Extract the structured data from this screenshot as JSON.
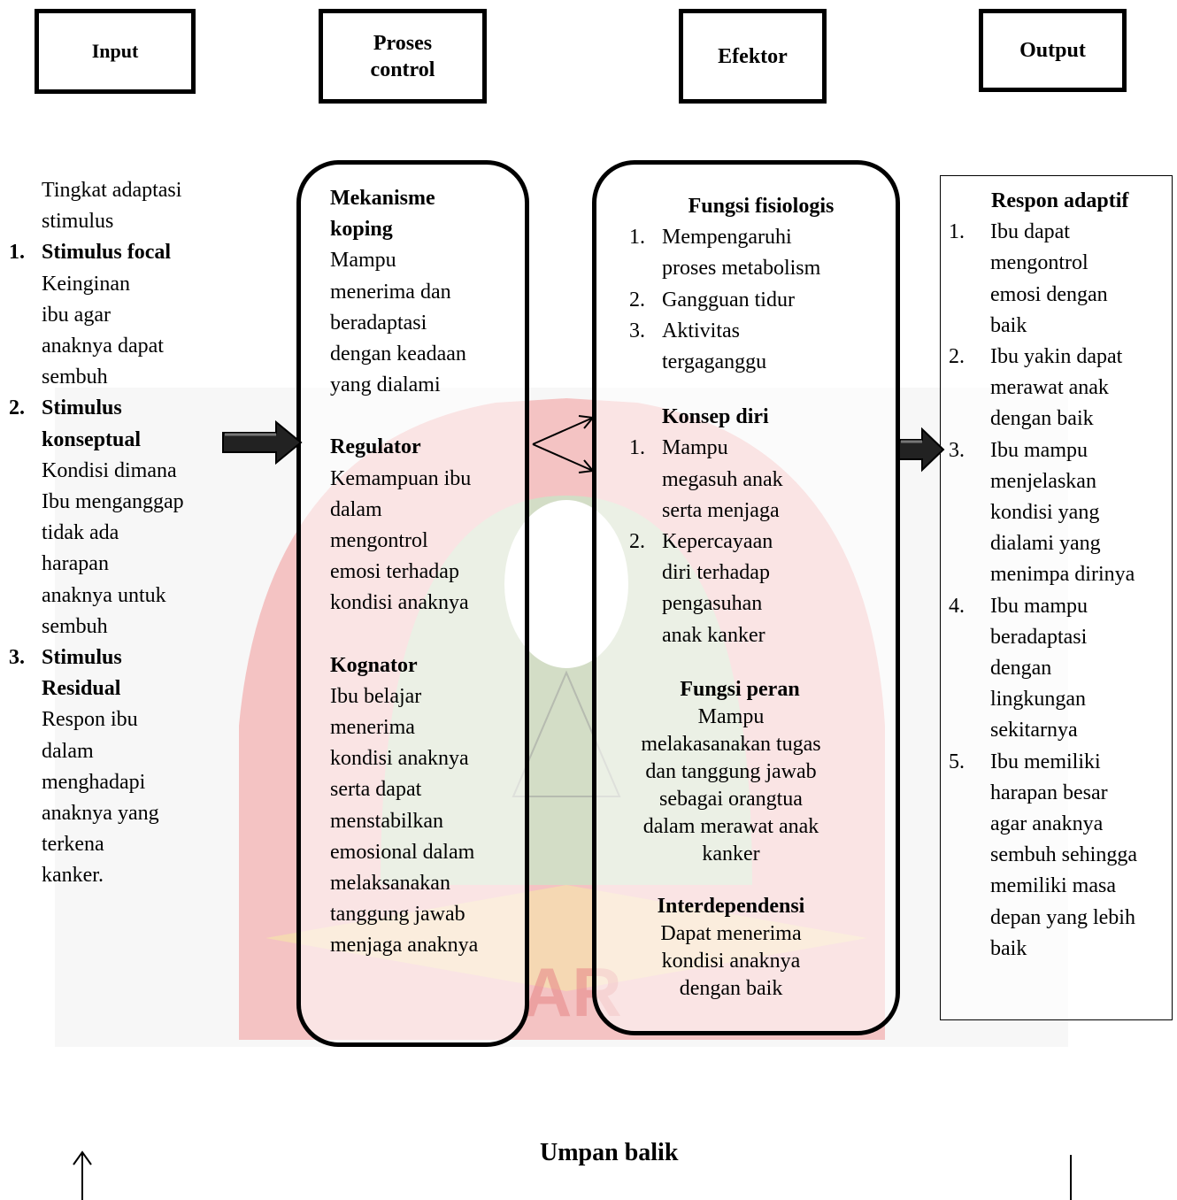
{
  "headers": {
    "input": "Input",
    "proses": "Proses control",
    "efektor": "Efektor",
    "output": "Output"
  },
  "input": {
    "intro": [
      "Tingkat adaptasi",
      "stimulus"
    ],
    "items": [
      {
        "num": "1.",
        "title": [
          "Stimulus focal"
        ],
        "body": [
          "Keinginan",
          "ibu agar",
          "anaknya dapat",
          "sembuh"
        ]
      },
      {
        "num": "2.",
        "title": [
          "Stimulus",
          "konseptual"
        ],
        "body": [
          "Kondisi dimana",
          "Ibu menganggap",
          "tidak ada",
          "harapan",
          "anaknya untuk",
          "sembuh"
        ]
      },
      {
        "num": "3.",
        "title": [
          "Stimulus",
          "Residual"
        ],
        "body": [
          "Respon ibu",
          "dalam",
          "menghadapi",
          "anaknya yang",
          "terkena",
          "kanker."
        ]
      }
    ]
  },
  "proses": {
    "sections": [
      {
        "title": [
          "Mekanisme",
          "koping"
        ],
        "body": [
          "Mampu",
          "menerima dan",
          "beradaptasi",
          "dengan keadaan",
          "yang dialami"
        ]
      },
      {
        "title": [
          "Regulator"
        ],
        "body": [
          "Kemampuan ibu",
          "dalam",
          "mengontrol",
          "emosi terhadap",
          "kondisi anaknya"
        ]
      },
      {
        "title": [
          "Kognator"
        ],
        "body": [
          "Ibu belajar",
          "menerima",
          "kondisi anaknya",
          "serta dapat",
          "menstabilkan",
          "emosional dalam",
          "melaksanakan",
          "tanggung jawab",
          "menjaga anaknya"
        ]
      }
    ]
  },
  "efektor": {
    "fisiologis_title": "Fungsi fisiologis",
    "fisiologis_items": [
      {
        "num": "1.",
        "lines": [
          "Mempengaruhi",
          "proses metabolism"
        ]
      },
      {
        "num": "2.",
        "lines": [
          "Gangguan tidur"
        ]
      },
      {
        "num": "3.",
        "lines": [
          "Aktivitas",
          "tergaganggu"
        ]
      }
    ],
    "konsep_title": "Konsep diri",
    "konsep_items": [
      {
        "num": "1.",
        "lines": [
          "Mampu",
          "megasuh anak",
          "serta menjaga"
        ]
      },
      {
        "num": "2.",
        "lines": [
          "Kepercayaan",
          "diri terhadap",
          "pengasuhan",
          "anak kanker"
        ]
      }
    ],
    "peran_title": "Fungsi peran",
    "peran_body": [
      "Mampu",
      "melakasanakan tugas",
      "dan tanggung jawab",
      "sebagai orangtua",
      "dalam merawat anak",
      "kanker"
    ],
    "inter_title": "Interdependensi",
    "inter_body": [
      "Dapat menerima",
      "kondisi anaknya",
      "dengan baik"
    ]
  },
  "output": {
    "title": "Respon adaptif",
    "items": [
      {
        "num": "1.",
        "lines": [
          "Ibu dapat",
          "mengontrol",
          "emosi dengan",
          "baik"
        ]
      },
      {
        "num": "2.",
        "lines": [
          "Ibu yakin dapat",
          "merawat anak",
          "dengan baik"
        ]
      },
      {
        "num": "3.",
        "lines": [
          "Ibu mampu",
          "menjelaskan",
          "kondisi yang",
          "dialami yang",
          "menimpa dirinya"
        ]
      },
      {
        "num": "4.",
        "lines": [
          "Ibu mampu",
          "beradaptasi",
          "dengan",
          "lingkungan",
          "sekitarnya"
        ]
      },
      {
        "num": "5.",
        "lines": [
          "Ibu memiliki",
          "harapan besar",
          "agar anaknya",
          "sembuh sehingga",
          "memiliki masa",
          "depan yang lebih",
          "baik"
        ]
      }
    ]
  },
  "feedback": "Umpan balik",
  "watermark_text": "AR",
  "colors": {
    "watermark_red": "#f3b1b1",
    "watermark_green": "#cfe0c6",
    "watermark_yellow": "#f5e6a8"
  }
}
